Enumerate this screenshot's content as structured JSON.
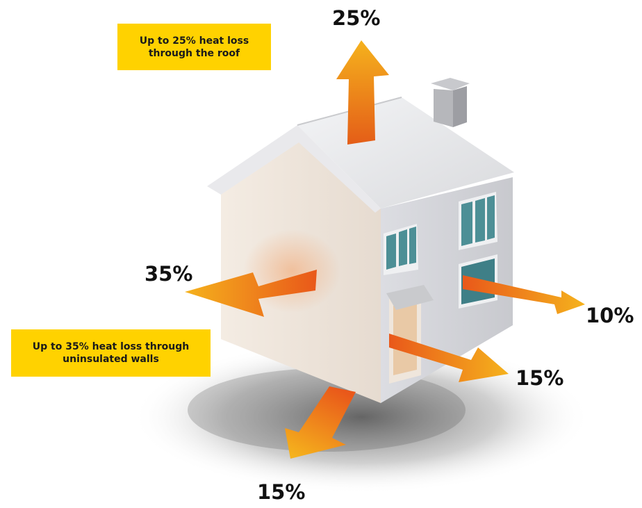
{
  "callouts": {
    "roof": {
      "line1": "Up to 25% heat loss",
      "line2": "through the roof"
    },
    "walls": {
      "line1": "Up to 35% heat loss through",
      "line2": "uninsulated walls"
    }
  },
  "percentages": {
    "roof": "25%",
    "walls": "35%",
    "windows": "10%",
    "doors": "15%",
    "floor": "15%"
  },
  "colors": {
    "callout_bg": "#ffd200",
    "arrow_dark": "#e8601a",
    "arrow_light": "#f6b21c",
    "label_text": "#111111"
  }
}
